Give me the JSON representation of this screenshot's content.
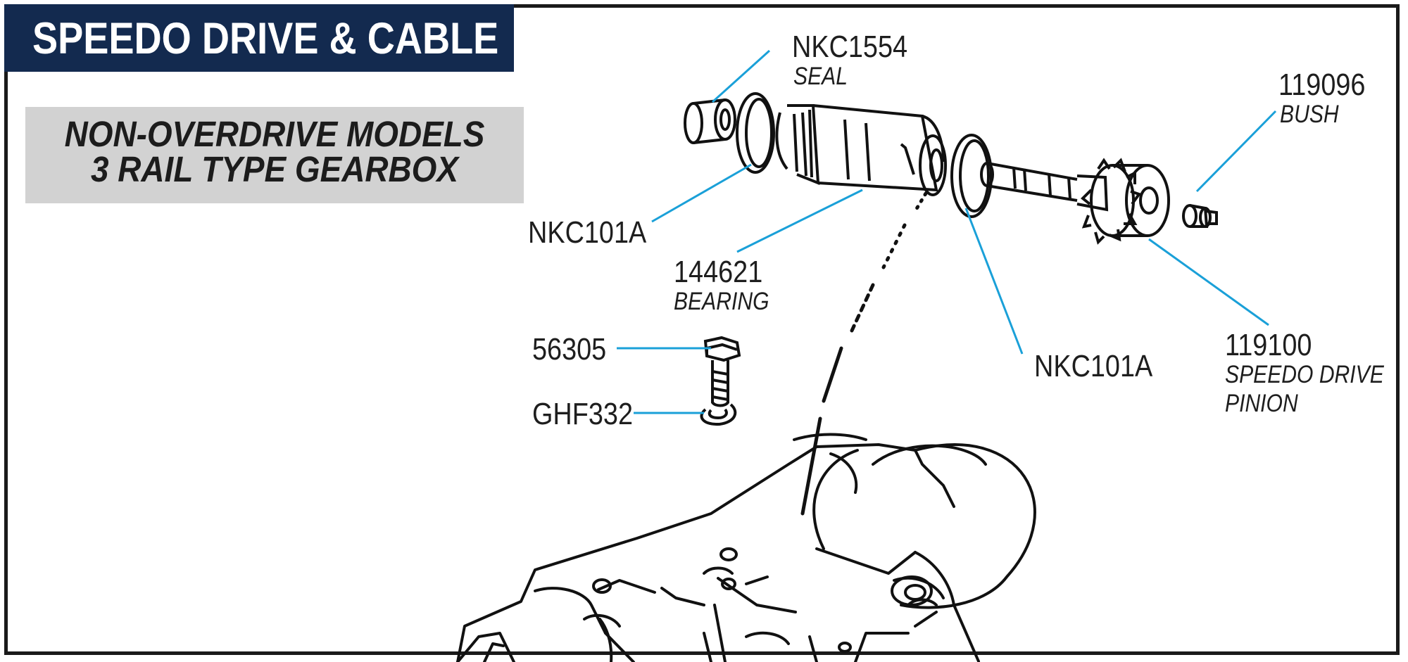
{
  "header": {
    "title": "SPEEDO DRIVE & CABLE",
    "subtitle_line1": "NON-OVERDRIVE MODELS",
    "subtitle_line2": "3 RAIL TYPE GEARBOX"
  },
  "colors": {
    "title_bg": "#132a4f",
    "subtitle_bg": "#d2d2d2",
    "leader_line": "#1aa0d8",
    "line_art": "#111111"
  },
  "parts": {
    "seal": {
      "number": "NKC1554",
      "description": "SEAL"
    },
    "bush": {
      "number": "119096",
      "description": "BUSH"
    },
    "o_ring_left": {
      "number": "NKC101A"
    },
    "bearing": {
      "number": "144621",
      "description": "BEARING"
    },
    "bolt": {
      "number": "56305"
    },
    "washer": {
      "number": "GHF332"
    },
    "o_ring_right": {
      "number": "NKC101A"
    },
    "pinion": {
      "number": "119100",
      "description_line1": "SPEEDO DRIVE",
      "description_line2": "PINION"
    }
  }
}
